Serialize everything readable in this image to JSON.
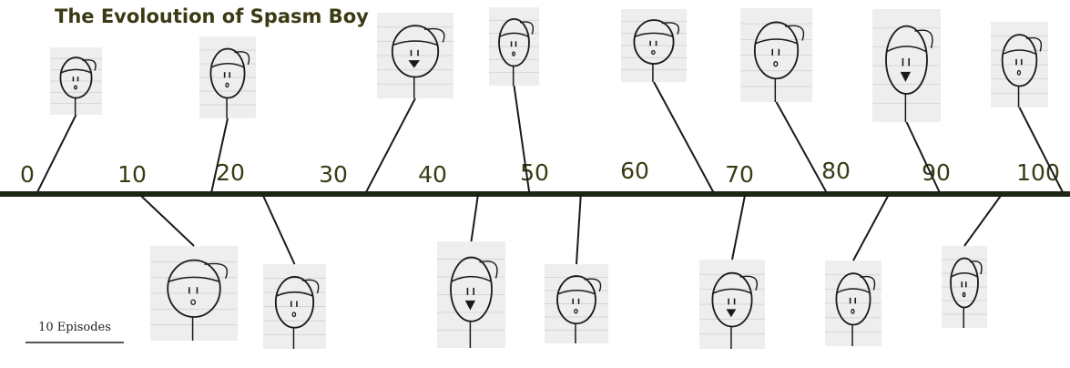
{
  "title": "The Evoloution of Spasm Boy",
  "scale_label": "10 Episodes",
  "colors": {
    "text": "#3a3a14",
    "axis": "#1c2612",
    "panel": "#eeeeee",
    "ink": "#1a1a1a"
  },
  "axis": {
    "ticks": [
      "0",
      "10",
      "20",
      "30",
      "40",
      "50",
      "60",
      "70",
      "80",
      "90",
      "100"
    ]
  },
  "panels": [
    {
      "episode": 0,
      "side": "top"
    },
    {
      "episode": 10,
      "side": "bottom"
    },
    {
      "episode": 17,
      "side": "top"
    },
    {
      "episode": 22,
      "side": "bottom"
    },
    {
      "episode": 32,
      "side": "top"
    },
    {
      "episode": 43,
      "side": "bottom"
    },
    {
      "episode": 48,
      "side": "top"
    },
    {
      "episode": 53,
      "side": "bottom"
    },
    {
      "episode": 66,
      "side": "top"
    },
    {
      "episode": 69,
      "side": "bottom"
    },
    {
      "episode": 77,
      "side": "top"
    },
    {
      "episode": 83,
      "side": "bottom"
    },
    {
      "episode": 88,
      "side": "top"
    },
    {
      "episode": 94,
      "side": "bottom"
    },
    {
      "episode": 100,
      "side": "top"
    }
  ]
}
